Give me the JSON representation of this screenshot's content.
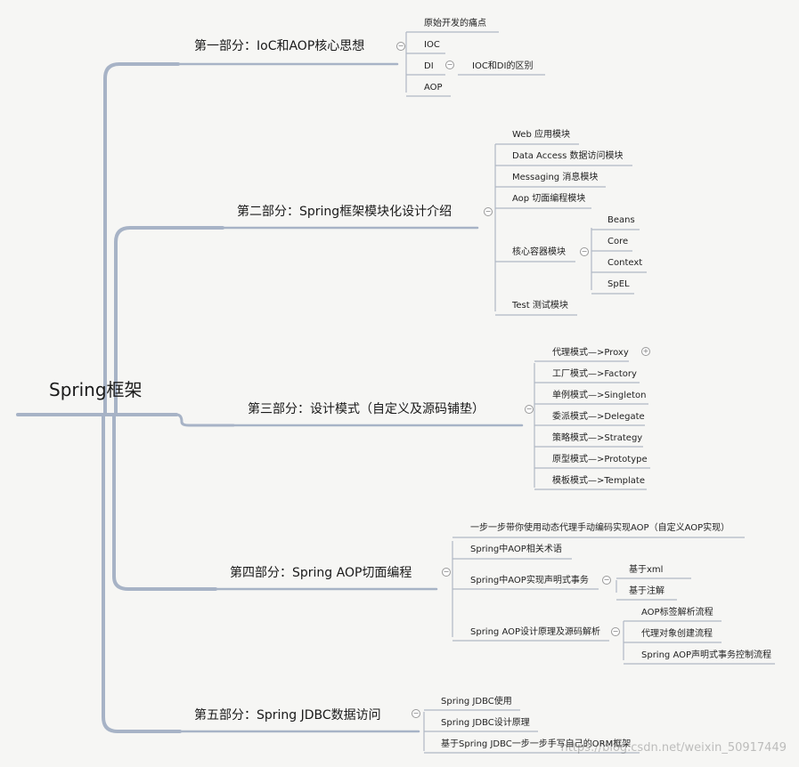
{
  "root": "Spring框架",
  "sections": [
    {
      "title": "第一部分：IoC和AOP核心思想",
      "children": [
        "原始开发的痛点",
        "IOC",
        "DI",
        "AOP"
      ],
      "di_child": "IOC和DI的区别"
    },
    {
      "title": "第二部分：Spring框架模块化设计介绍",
      "children": [
        "Web 应用模块",
        "Data Access 数据访问模块",
        "Messaging 消息模块",
        "Aop 切面编程模块",
        "核心容器模块",
        "Test 测试模块"
      ],
      "core_children": [
        "Beans",
        "Core",
        "Context",
        "SpEL"
      ]
    },
    {
      "title": "第三部分：设计模式（自定义及源码铺垫）",
      "children": [
        "代理模式—>Proxy",
        "工厂模式—>Factory",
        "单例模式—>Singleton",
        "委派模式—>Delegate",
        "策略模式—>Strategy",
        "原型模式—>Prototype",
        "模板模式—>Template"
      ]
    },
    {
      "title": "第四部分：Spring AOP切面编程",
      "children": [
        "一步一步带你使用动态代理手动编码实现AOP（自定义AOP实现）",
        "Spring中AOP相关术语",
        "Spring中AOP实现声明式事务",
        "Spring AOP设计原理及源码解析"
      ],
      "tx_children": [
        "基于xml",
        "基于注解"
      ],
      "src_children": [
        "AOP标签解析流程",
        "代理对象创建流程",
        "Spring AOP声明式事务控制流程"
      ]
    },
    {
      "title": "第五部分：Spring JDBC数据访问",
      "children": [
        "Spring JDBC使用",
        "Spring JDBC设计原理",
        "基于Spring JDBC一步一步手写自己的ORM框架"
      ]
    }
  ],
  "watermark": "https://blog.csdn.net/weixin_50917449",
  "colors": {
    "line": "#a7b3c6",
    "background": "#f6f6f4"
  }
}
